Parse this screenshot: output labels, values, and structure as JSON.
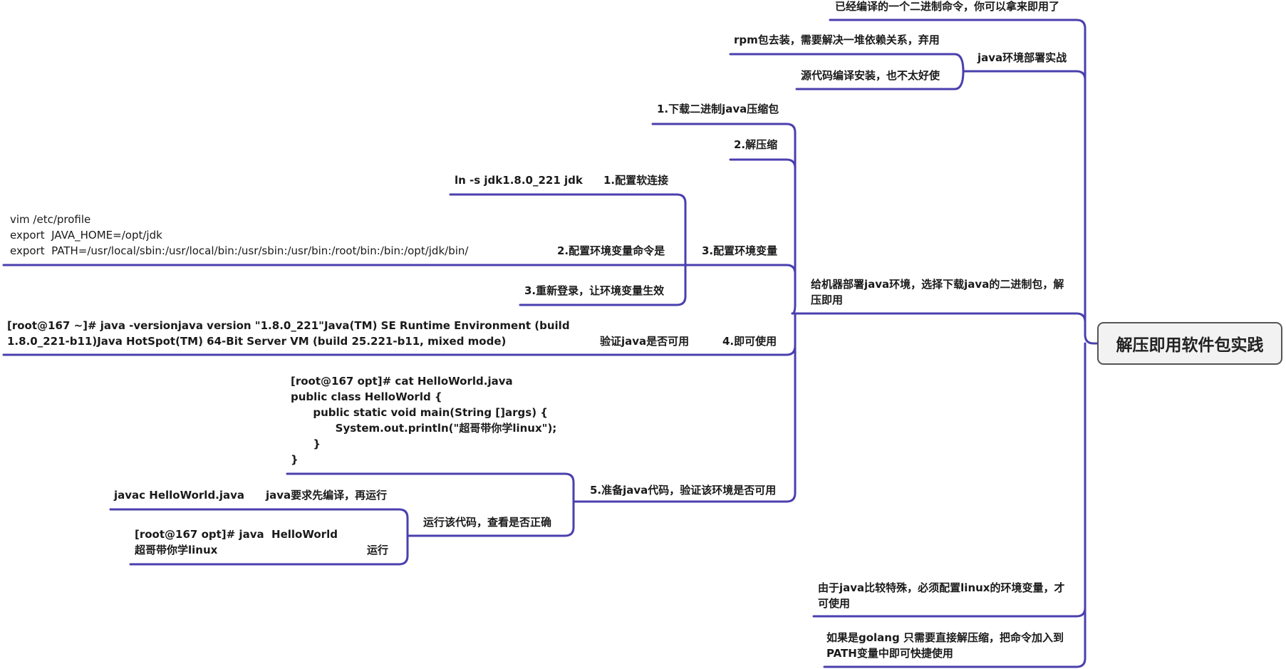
{
  "root": {
    "title": "解压即用软件包实践"
  },
  "right_branches": {
    "compiled_cmd": "已经编译的一个二进制命令，你可以拿来即用了",
    "env_deploy": "java环境部署实战",
    "rpm": "rpm包去装，需要解决一堆依赖关系，弃用",
    "source": "源代码编译安装，也不太好使",
    "deploy_java": "给机器部署java环境，选择下载java的二进制包，解压即用",
    "java_special": "由于java比较特殊，必须配置linux的环境变量，才可使用",
    "golang": "如果是golang 只需要直接解压缩，把命令加入到PATH变量中即可快捷使用"
  },
  "steps": {
    "s1": "1.下载二进制java压缩包",
    "s2": "2.解压缩",
    "s3": "3.配置环境变量",
    "s3_1": "1.配置软连接",
    "s3_1_cmd": "ln -s jdk1.8.0_221 jdk",
    "s3_2": "2.配置环境变量命令是",
    "s3_2_cmd": "vim /etc/profile\nexport  JAVA_HOME=/opt/jdk\nexport  PATH=/usr/local/sbin:/usr/local/bin:/usr/sbin:/usr/bin:/root/bin:/bin:/opt/jdk/bin/",
    "s3_3": "3.重新登录，让环境变量生效",
    "s4": "4.即可使用",
    "s4_verify": "验证java是否可用",
    "s4_output": "[root@167 ~]# java -versionjava version \"1.8.0_221\"Java(TM) SE Runtime Environment (build\n1.8.0_221-b11)Java HotSpot(TM) 64-Bit Server VM (build 25.221-b11, mixed mode)",
    "s5": "5.准备java代码，验证该环境是否可用",
    "s5_code": "[root@167 opt]# cat HelloWorld.java\npublic class HelloWorld {\n      public static void main(String []args) {\n            System.out.println(\"超哥带你学linux\");\n      }\n}",
    "s5_run": "运行该代码，查看是否正确",
    "s5_compile_note": "java要求先编译，再运行",
    "s5_compile_cmd": "javac HelloWorld.java",
    "s5_run_label": "运行",
    "s5_run_output": "[root@167 opt]# java  HelloWorld\n超哥带你学linux"
  },
  "colors": {
    "line": "#4a3fae",
    "root_border": "#555555",
    "root_fill": "#f2f2f2"
  }
}
